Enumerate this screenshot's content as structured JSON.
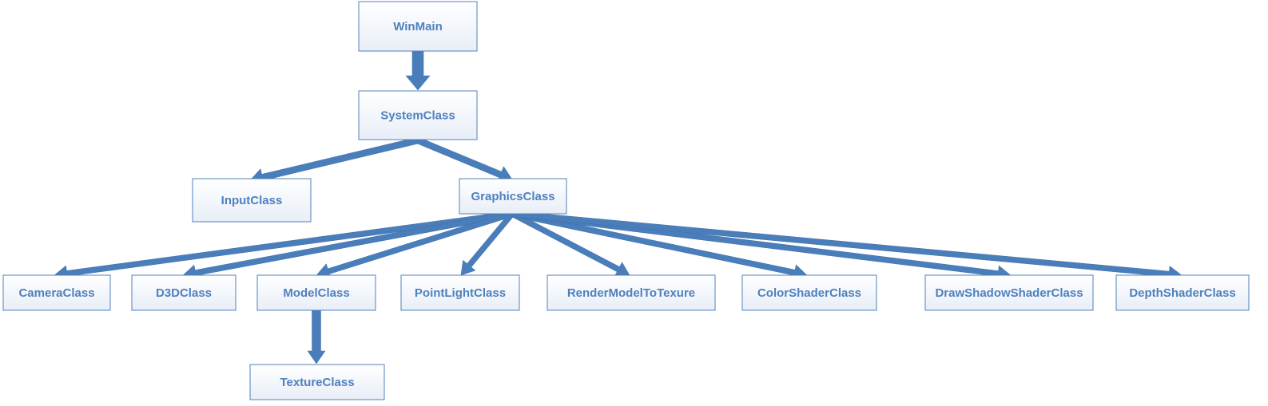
{
  "diagram": {
    "type": "class-hierarchy",
    "colors": {
      "box_border": "#4f81bd",
      "box_fill_top": "#ffffff",
      "box_fill_bottom": "#e8eef7",
      "label": "#4f81bd",
      "arrow": "#4a7ebb"
    },
    "nodes": [
      {
        "id": "winmain",
        "label": "WinMain"
      },
      {
        "id": "systemclass",
        "label": "SystemClass"
      },
      {
        "id": "inputclass",
        "label": "InputClass"
      },
      {
        "id": "graphicsclass",
        "label": "GraphicsClass"
      },
      {
        "id": "cameraclass",
        "label": "CameraClass"
      },
      {
        "id": "d3dclass",
        "label": "D3DClass"
      },
      {
        "id": "modelclass",
        "label": "ModelClass"
      },
      {
        "id": "pointlightclass",
        "label": "PointLightClass"
      },
      {
        "id": "rendermodeltotexure",
        "label": "RenderModelToTexure"
      },
      {
        "id": "colorshaderclass",
        "label": "ColorShaderClass"
      },
      {
        "id": "drawshadowshaderclass",
        "label": "DrawShadowShaderClass"
      },
      {
        "id": "depthshaderclass",
        "label": "DepthShaderClass"
      },
      {
        "id": "textureclass",
        "label": "TextureClass"
      }
    ],
    "edges": [
      {
        "from": "winmain",
        "to": "systemclass"
      },
      {
        "from": "systemclass",
        "to": "inputclass"
      },
      {
        "from": "systemclass",
        "to": "graphicsclass"
      },
      {
        "from": "graphicsclass",
        "to": "cameraclass"
      },
      {
        "from": "graphicsclass",
        "to": "d3dclass"
      },
      {
        "from": "graphicsclass",
        "to": "modelclass"
      },
      {
        "from": "graphicsclass",
        "to": "pointlightclass"
      },
      {
        "from": "graphicsclass",
        "to": "rendermodeltotexure"
      },
      {
        "from": "graphicsclass",
        "to": "colorshaderclass"
      },
      {
        "from": "graphicsclass",
        "to": "drawshadowshaderclass"
      },
      {
        "from": "graphicsclass",
        "to": "depthshaderclass"
      },
      {
        "from": "modelclass",
        "to": "textureclass"
      }
    ]
  }
}
